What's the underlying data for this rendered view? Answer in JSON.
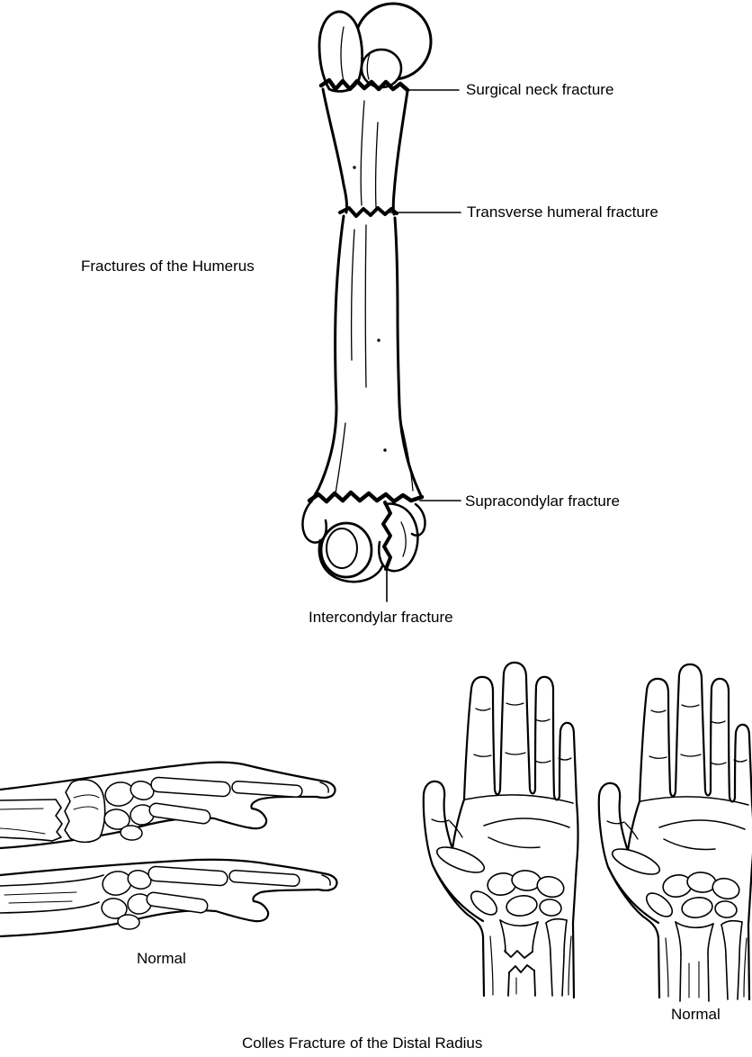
{
  "figure": {
    "colors": {
      "line": "#000000",
      "background": "#ffffff"
    },
    "humerus": {
      "title": "Fractures of the Humerus",
      "callouts": {
        "surgical_neck": "Surgical neck fracture",
        "transverse": "Transverse humeral fracture",
        "supracondylar": "Supracondylar fracture",
        "intercondylar": "Intercondylar fracture"
      }
    },
    "colles": {
      "caption": "Colles Fracture of the Distal Radius",
      "side_view_normal_label": "Normal",
      "palm_view_normal_label": "Normal"
    }
  }
}
